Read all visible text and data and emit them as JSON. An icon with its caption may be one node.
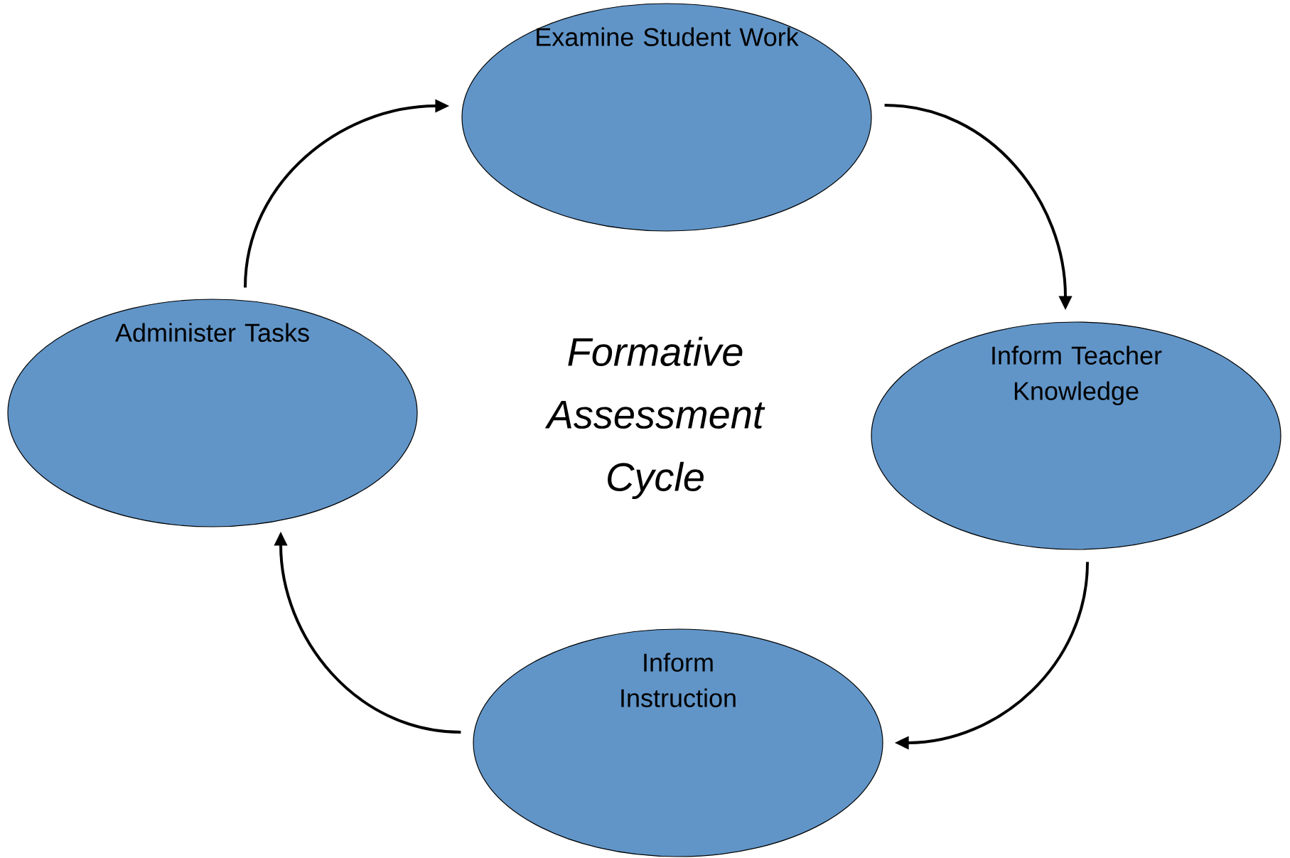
{
  "diagram": {
    "title": "Formative Assessment Cycle",
    "nodes": [
      {
        "text": [
          "Examine Student Work"
        ]
      },
      {
        "text": [
          "Inform Teacher Knowledge"
        ]
      },
      {
        "text": [
          "Inform Instruction"
        ]
      },
      {
        "text": [
          "Administer Tasks"
        ]
      }
    ],
    "edges": [
      {
        "from": 0,
        "to": 1,
        "arrow": "to"
      },
      {
        "from": 1,
        "to": 2,
        "arrow": "to"
      },
      {
        "from": 2,
        "to": 3,
        "arrow": "to"
      },
      {
        "from": 3,
        "to": 0,
        "arrow": "to"
      }
    ]
  }
}
